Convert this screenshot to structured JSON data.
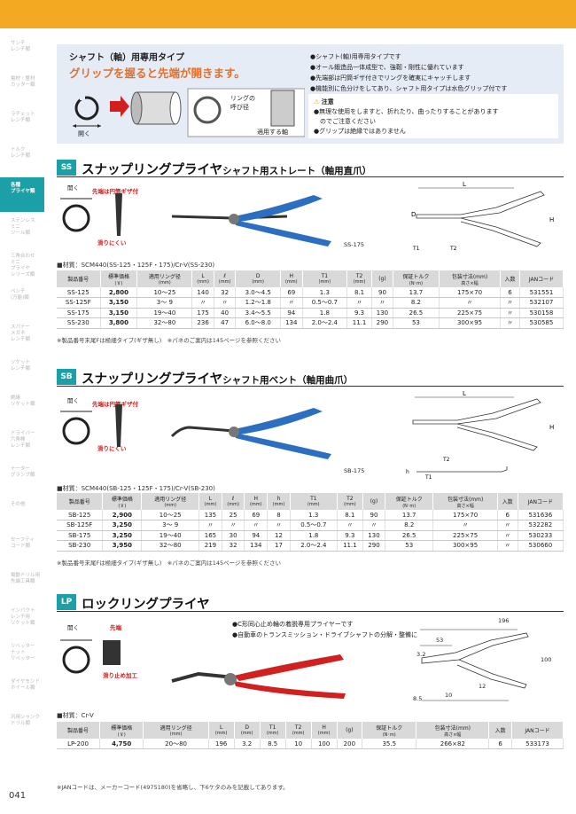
{
  "sidebar": [
    {
      "label": "サンチ\nレンチ類"
    },
    {
      "label": "電材・整材\nカッター類"
    },
    {
      "label": "ラチェット\nレンチ類"
    },
    {
      "label": "トルク\nレンチ類"
    },
    {
      "label": "各種\nプライヤ類",
      "active": true
    },
    {
      "label": "ステンレス\nミニ\nツール類"
    },
    {
      "label": "三角合わせ\nミニ\nプライヤ\nシリーズ類"
    },
    {
      "label": "ペンチ\n(万能)類"
    },
    {
      "label": "スパナー\nメガネ\nレンチ類"
    },
    {
      "label": "ソケット\nレンチ類"
    },
    {
      "label": "絶縁\nソケット類"
    },
    {
      "label": "ドライバー\n六角棒\nレンチ類"
    },
    {
      "label": "ナーター\nグランプ類"
    },
    {
      "label": "その他"
    },
    {
      "label": "セーフティ\nコード類"
    },
    {
      "label": "電動ドリル用\n先端工具類"
    },
    {
      "label": "インパクト\nレンチ用\nソケット類"
    },
    {
      "label": "リベッター\nナット\nリベッター"
    },
    {
      "label": "ダイヤモンド\nホイール類"
    },
    {
      "label": "汎用シャンク\nドリル類"
    }
  ],
  "page_number": "041",
  "hero": {
    "title1": "シャフト（軸）用専用タイプ",
    "title2": "グリップを握ると先端が開きます。",
    "open_label": "開く",
    "ring_label1": "リングの",
    "ring_label2": "呼び径",
    "shaft_label": "適用する軸",
    "bullets": [
      "●シャフト(軸)用専用タイプです",
      "●オール鍛造品一体成型で、強靭・剛性に優れています",
      "●先端部は円筒ギザ付きでリングを確実にキャッチします",
      "●機能別に色分けをしてあり、シャフト用タイプは水色グリップ付です"
    ],
    "caution_head": "注意",
    "caution_items": [
      "●無理な使用をしますと、折れたり、曲ったりすることがあります",
      "　のでご注意ください",
      "●グリップは絶縁ではありません"
    ]
  },
  "ss": {
    "badge": "SS",
    "title": "スナップリングプライヤ",
    "title_small": "シャフト用ストレート（軸用直爪）",
    "open_label": "開く",
    "tip_label": "先端は円筒ギザ付",
    "slip_label": "滑りにくい",
    "model_label": "SS-175",
    "material": "■材質：SCM440(SS-125・125F・175)/Cr-V(SS-230)",
    "note": "※製品番号末尾Fは極細タイプ(ギザ無し)　※パネのご案内は145ページを参照ください",
    "headers": [
      "製品番号",
      "標準価格\n(￥)",
      "適用リング径\n(mm)",
      "L\n(mm)",
      "ℓ\n(mm)",
      "D\n(mm)",
      "H\n(mm)",
      "T1\n(mm)",
      "T2\n(mm)",
      "(g)",
      "保証トルク\n(N･m)",
      "包装寸法(mm)\n高さ×幅",
      "入数",
      "JANコード"
    ],
    "rows": [
      [
        "SS-125",
        "2,800",
        "10〜25",
        "140",
        "32",
        "3.0〜4.5",
        "69",
        "1.3",
        "8.1",
        "90",
        "13.7",
        "175×70",
        "6",
        "531551"
      ],
      [
        "SS-125F",
        "3,150",
        "3〜 9",
        "〃",
        "〃",
        "1.2〜1.8",
        "〃",
        "0.5〜0.7",
        "〃",
        "〃",
        "8.2",
        "〃",
        "〃",
        "532107"
      ],
      [
        "SS-175",
        "3,150",
        "19〜40",
        "175",
        "40",
        "3.4〜5.5",
        "94",
        "1.8",
        "9.3",
        "130",
        "26.5",
        "225×75",
        "〃",
        "530158"
      ],
      [
        "SS-230",
        "3,800",
        "32〜80",
        "236",
        "47",
        "6.0〜8.0",
        "134",
        "2.0〜2.4",
        "11.1",
        "290",
        "53",
        "300×95",
        "〃",
        "530585"
      ]
    ]
  },
  "sb": {
    "badge": "SB",
    "title": "スナップリングプライヤ",
    "title_small": "シャフト用ベント（軸用曲爪）",
    "open_label": "開く",
    "tip_label": "先端は円筒ギザ付",
    "slip_label": "滑りにくい",
    "model_label": "SB-175",
    "material": "■材質：SCM440(SB-125・125F・175)/Cr-V(SB-230)",
    "note": "※製品番号末尾Fは極細タイプ(ギザ無し)　※パネのご案内は145ページを参照ください",
    "headers": [
      "製品番号",
      "標準価格\n(￥)",
      "適用リング径\n(mm)",
      "L\n(mm)",
      "ℓ\n(mm)",
      "H\n(mm)",
      "h\n(mm)",
      "T1\n(mm)",
      "T2\n(mm)",
      "(g)",
      "保証トルク\n(N･m)",
      "包装寸法(mm)\n高さ×幅",
      "入数",
      "JANコード"
    ],
    "rows": [
      [
        "SB-125",
        "2,900",
        "10〜25",
        "135",
        "25",
        "69",
        "8",
        "1.3",
        "8.1",
        "90",
        "13.7",
        "175×70",
        "6",
        "531636"
      ],
      [
        "SB-125F",
        "3,250",
        "3〜 9",
        "〃",
        "〃",
        "〃",
        "〃",
        "0.5〜0.7",
        "〃",
        "〃",
        "8.2",
        "〃",
        "〃",
        "532282"
      ],
      [
        "SB-175",
        "3,250",
        "19〜40",
        "165",
        "30",
        "94",
        "12",
        "1.8",
        "9.3",
        "130",
        "26.5",
        "225×75",
        "〃",
        "530233"
      ],
      [
        "SB-230",
        "3,950",
        "32〜80",
        "219",
        "32",
        "134",
        "17",
        "2.0〜2.4",
        "11.1",
        "290",
        "53",
        "300×95",
        "〃",
        "530660"
      ]
    ]
  },
  "lp": {
    "badge": "LP",
    "title": "ロックリングプライヤ",
    "open_label": "開く",
    "tip_label": "先端",
    "slip_label": "滑り止め加工",
    "bullets": [
      "●C形同心止め輪の着脱専用プライヤーです",
      "●自動車のトランスミッション・ドライブシャフトの分解・整備に"
    ],
    "dims": {
      "d196": "196",
      "d53": "53",
      "d32": "3.2",
      "d100": "100",
      "d85": "8.5",
      "d10": "10",
      "d12": "12"
    },
    "material": "■材質：Cr-V",
    "headers": [
      "製品番号",
      "標準価格\n(￥)",
      "適用リング径\n(mm)",
      "L\n(mm)",
      "D\n(mm)",
      "T1\n(mm)",
      "T2\n(mm)",
      "H\n(mm)",
      "(g)",
      "保証トルク\n(N･m)",
      "包装寸法(mm)\n高さ×幅",
      "入数",
      "JANコード"
    ],
    "rows": [
      [
        "LP-200",
        "4,750",
        "20〜80",
        "196",
        "3.2",
        "8.5",
        "10",
        "100",
        "200",
        "35.5",
        "266×82",
        "6",
        "533173"
      ]
    ]
  },
  "footer": "※JANコードは、メーカーコード(4975180)を省略し、下6ケタのみを記載してあります。",
  "colors": {
    "accent": "#f4a923",
    "teal": "#1ba0a8",
    "blue_grip": "#2c6fc0",
    "red_grip": "#d0201f"
  }
}
